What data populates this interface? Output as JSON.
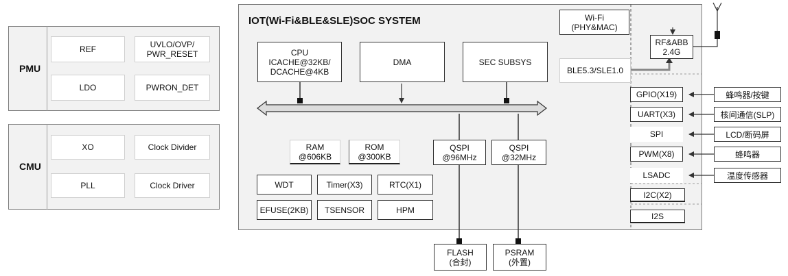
{
  "pmu": {
    "label": "PMU",
    "blocks": {
      "ref": "REF",
      "uvlo": "UVLO/OVP/\nPWR_RESET",
      "ldo": "LDO",
      "pwron": "PWRON_DET"
    }
  },
  "cmu": {
    "label": "CMU",
    "blocks": {
      "xo": "XO",
      "clkdiv": "Clock Divider",
      "pll": "PLL",
      "clkdrv": "Clock Driver"
    }
  },
  "soc": {
    "title": "IOT(Wi-Fi&BLE&SLE)SOC SYSTEM",
    "cpu": "CPU\nICACHE@32KB/\nDCACHE@4KB",
    "dma": "DMA",
    "sec": "SEC  SUBSYS",
    "wifi": "Wi-Fi\n(PHY&MAC)",
    "rf": "RF&ABB\n2.4G",
    "ble": "BLE5.3/SLE1.0",
    "ram": "RAM\n@606KB",
    "rom": "ROM\n@300KB",
    "qspi1": "QSPI\n@96MHz",
    "qspi2": "QSPI\n@32MHz",
    "wdt": "WDT",
    "timer": "Timer(X3)",
    "rtc": "RTC(X1)",
    "efuse": "EFUSE(2KB)",
    "tsensor": "TSENSOR",
    "hpm": "HPM"
  },
  "peripherals": {
    "gpio": "GPIO(X19)",
    "uart": "UART(X3)",
    "spi": "SPI",
    "pwm": "PWM(X8)",
    "lsadc": "LSADC",
    "i2c": "I2C(X2)",
    "i2s": "I2S"
  },
  "external": {
    "buzzer_key": "蜂鸣器/按键",
    "core_comm": "核间通信(SLP)",
    "lcd": "LCD/断码屏",
    "buzzer": "蜂鸣器",
    "temp": "温度传感器",
    "flash": "FLASH\n(合封)",
    "psram": "PSRAM\n(外置)"
  }
}
